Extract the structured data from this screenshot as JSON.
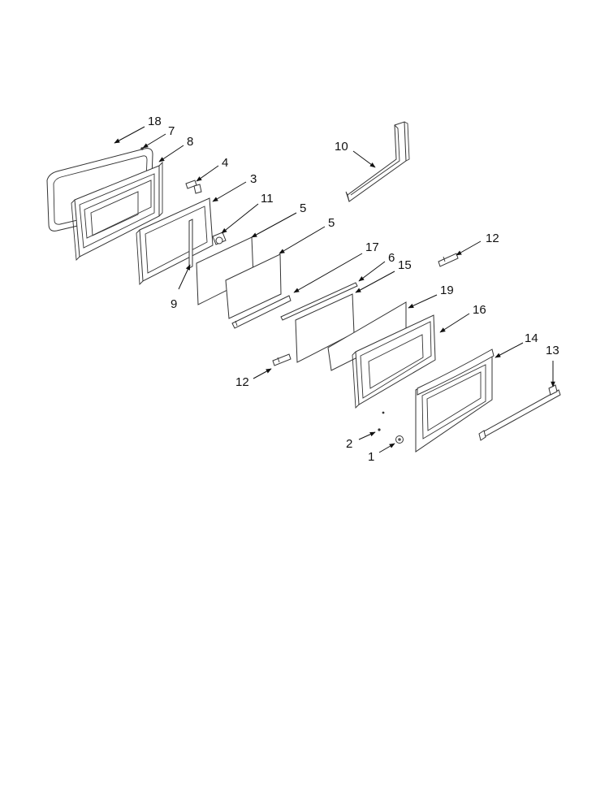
{
  "diagram": {
    "line_color": "#111111",
    "callouts": {
      "c18": "18",
      "c7": "7",
      "c8": "8",
      "c4": "4",
      "c3": "3",
      "c11": "11",
      "c5a": "5",
      "c5b": "5",
      "c10": "10",
      "c12a": "12",
      "c17": "17",
      "c6": "6",
      "c15": "15",
      "c19": "19",
      "c16": "16",
      "c9": "9",
      "c14": "14",
      "c13": "13",
      "c12b": "12",
      "c2": "2",
      "c1": "1"
    }
  }
}
